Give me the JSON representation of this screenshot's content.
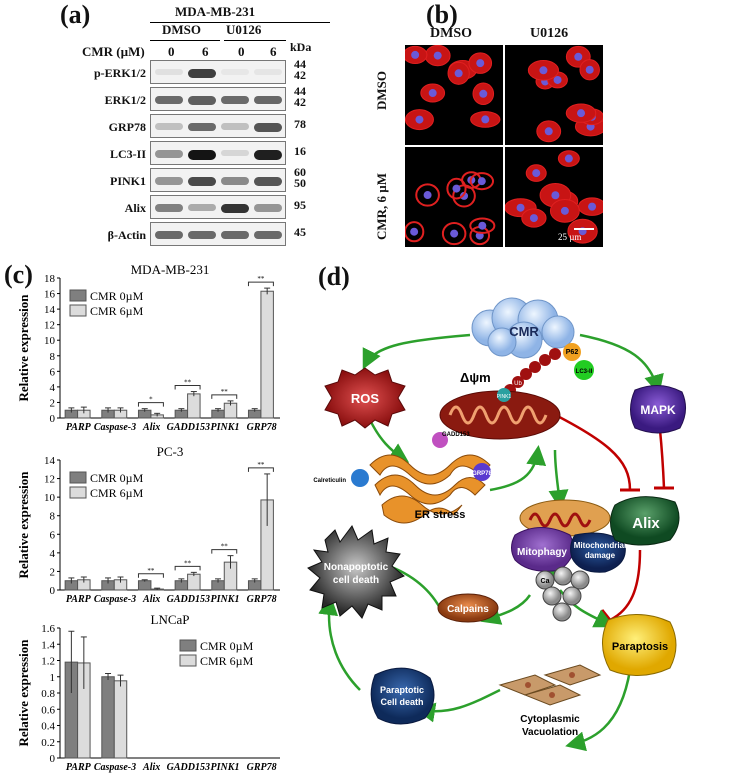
{
  "panels": {
    "a": "(a)",
    "b": "(b)",
    "c": "(c)",
    "d": "(d)"
  },
  "blot": {
    "cell_line": "MDA-MB-231",
    "cmr_label": "CMR (µM)",
    "groups": [
      "DMSO",
      "U0126"
    ],
    "doses": [
      "0",
      "6",
      "0",
      "6"
    ],
    "kda_header": "kDa",
    "rows": [
      {
        "label": "p-ERK1/2",
        "kda": "44\n42",
        "intensity": [
          0.05,
          0.8,
          0.02,
          0.03
        ]
      },
      {
        "label": "ERK1/2",
        "kda": "44\n42",
        "intensity": [
          0.6,
          0.65,
          0.6,
          0.62
        ]
      },
      {
        "label": "GRP78",
        "kda": "78",
        "intensity": [
          0.2,
          0.6,
          0.2,
          0.7
        ]
      },
      {
        "label": "LC3-II",
        "kda": "16",
        "intensity": [
          0.4,
          1.0,
          0.1,
          0.95
        ]
      },
      {
        "label": "PINK1",
        "kda": "60\n50",
        "intensity": [
          0.4,
          0.75,
          0.45,
          0.7
        ]
      },
      {
        "label": "Alix",
        "kda": "95",
        "intensity": [
          0.5,
          0.3,
          0.85,
          0.4
        ]
      },
      {
        "label": "β-Actin",
        "kda": "45",
        "intensity": [
          0.6,
          0.6,
          0.6,
          0.6
        ]
      }
    ]
  },
  "micro": {
    "cols": [
      "DMSO",
      "U0126"
    ],
    "rows": [
      "DMSO",
      "CMR, 6 µM"
    ],
    "scalebar": "25 µm"
  },
  "chart_data": [
    {
      "type": "bar",
      "title": "MDA-MB-231",
      "ylabel": "Relative expression",
      "ylim": [
        0,
        18
      ],
      "yticks": [
        0,
        2,
        4,
        6,
        8,
        10,
        12,
        14,
        16,
        18
      ],
      "categories": [
        "PARP",
        "Caspase-3",
        "Alix",
        "GADD153",
        "PINK1",
        "GRP78"
      ],
      "series": [
        {
          "name": "CMR 0µM",
          "values": [
            1,
            1,
            1,
            1,
            1,
            1
          ],
          "err": [
            0.3,
            0.3,
            0.2,
            0.2,
            0.2,
            0.2
          ]
        },
        {
          "name": "CMR 6µM",
          "values": [
            1,
            1,
            0.4,
            3.1,
            1.9,
            16.3
          ],
          "err": [
            0.4,
            0.3,
            0.2,
            0.3,
            0.3,
            0.4
          ]
        }
      ],
      "sig": [
        "",
        "",
        "*",
        "**",
        "**",
        "**"
      ]
    },
    {
      "type": "bar",
      "title": "PC-3",
      "ylabel": "Relative expression",
      "ylim": [
        0,
        14
      ],
      "yticks": [
        0,
        2,
        4,
        6,
        8,
        10,
        12,
        14
      ],
      "categories": [
        "PARP",
        "Caspase-3",
        "Alix",
        "GADD153",
        "PINK1",
        "GRP78"
      ],
      "series": [
        {
          "name": "CMR 0µM",
          "values": [
            1,
            1,
            1,
            1,
            1,
            1
          ],
          "err": [
            0.3,
            0.3,
            0.1,
            0.2,
            0.2,
            0.2
          ]
        },
        {
          "name": "CMR 6µM",
          "values": [
            1.1,
            1.1,
            0.1,
            1.7,
            3,
            9.7
          ],
          "err": [
            0.3,
            0.3,
            0.1,
            0.2,
            0.7,
            2.8
          ]
        }
      ],
      "sig": [
        "",
        "",
        "**",
        "**",
        "**",
        "**"
      ]
    },
    {
      "type": "bar",
      "title": "LNCaP",
      "ylabel": "Relative expression",
      "ylim": [
        0,
        1.6
      ],
      "yticks": [
        0,
        0.2,
        0.4,
        0.6,
        0.8,
        1,
        1.2,
        1.4,
        1.6
      ],
      "categories": [
        "PARP",
        "Caspase-3",
        "Alix",
        "GADD153",
        "PINK1",
        "GRP78"
      ],
      "series": [
        {
          "name": "CMR 0µM",
          "values": [
            1.18,
            1,
            0,
            0,
            0,
            0
          ],
          "err": [
            0.38,
            0.04,
            0,
            0,
            0,
            0
          ]
        },
        {
          "name": "CMR 6µM",
          "values": [
            1.17,
            0.95,
            0,
            0,
            0,
            0
          ],
          "err": [
            0.32,
            0.07,
            0,
            0,
            0,
            0
          ]
        }
      ],
      "sig": [
        "",
        "",
        "",
        "",
        "",
        ""
      ]
    }
  ],
  "pathway": {
    "cmr": "CMR",
    "ros": "ROS",
    "mapk": "MAPK",
    "dpsi": "Δψm",
    "p62": "P62",
    "lc3": "LC3-II",
    "pink1": "PINK1",
    "ub": "Ub",
    "gadd": "GADD153",
    "calret": "Calreticulin",
    "grp78": "GRP78",
    "er": "ER stress",
    "mitophagy": "Mitophagy",
    "mitodam": "Mitochondrial damage",
    "alix": "Alix",
    "calpains": "Calpains",
    "ca": "Ca",
    "paraptosis": "Paraptosis",
    "nonapop": "Nonapoptotic cell death",
    "parapdeath": "Paraptotic Cell death",
    "vacuole": "Cytoplasmic Vacuolation"
  },
  "colors": {
    "bar0": "#7f7f7f",
    "bar1": "#dcdcdc",
    "arrow": "#2ca02c",
    "inhibit": "#c00000"
  }
}
